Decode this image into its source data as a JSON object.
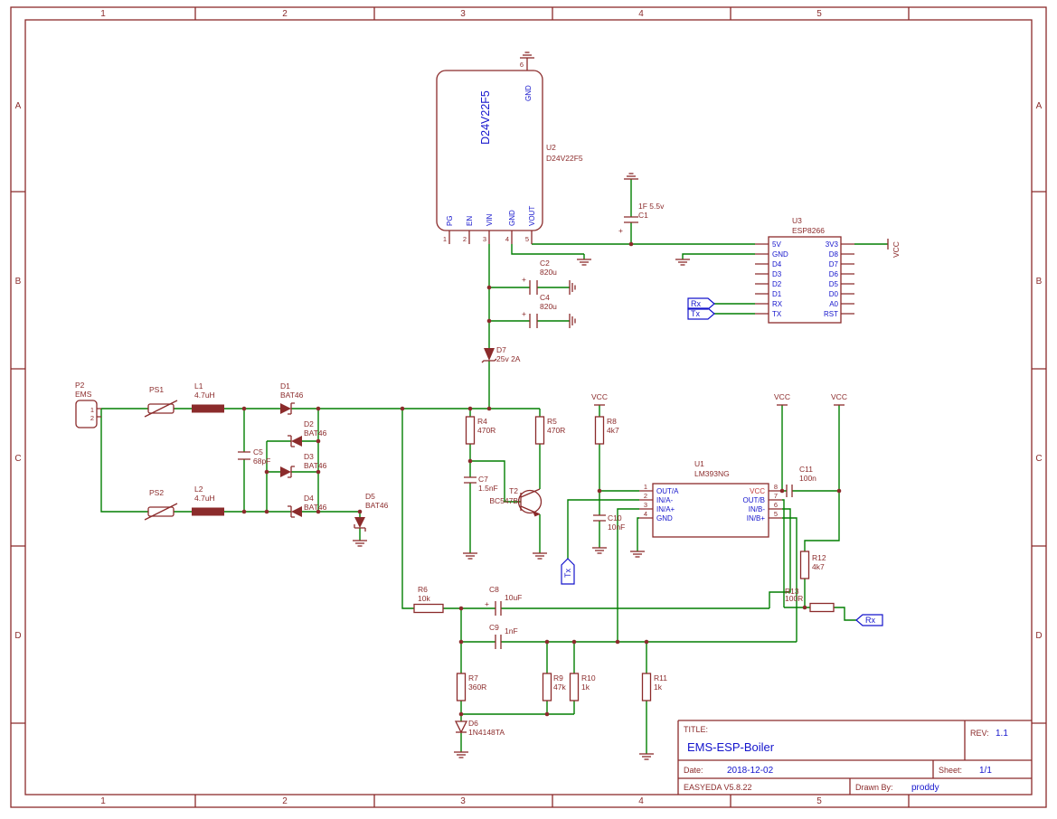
{
  "colors": {
    "frame": "#8b2b2b",
    "component": "#8b2b2b",
    "wire": "#027f02",
    "label_blue": "#1414cc",
    "junction": "#8b2b2b"
  },
  "frame": {
    "cols": [
      "1",
      "2",
      "3",
      "4",
      "5"
    ],
    "rows": [
      "A",
      "B",
      "C",
      "D"
    ]
  },
  "title_block": {
    "title_label": "TITLE:",
    "title": "EMS-ESP-Boiler",
    "rev_label": "REV:",
    "rev": "1.1",
    "date_label": "Date:",
    "date": "2018-12-02",
    "sheet_label": "Sheet:",
    "sheet": "1/1",
    "tool": "EASYEDA V5.8.22",
    "drawn_by_label": "Drawn By:",
    "drawn_by": "proddy"
  },
  "u2": {
    "ref": "U2",
    "value": "D24V22F5",
    "module_label": "D24V22F5",
    "n1": "1",
    "n2": "2",
    "n3": "3",
    "n4": "4",
    "n5": "5",
    "n6": "6",
    "pg": "PG",
    "en": "EN",
    "vin": "VIN",
    "gnd": "GND",
    "vout": "VOUT",
    "gnd_top": "GND"
  },
  "u3": {
    "ref": "U3",
    "value": "ESP8266",
    "l1": "5V",
    "l2": "GND",
    "l3": "D4",
    "l4": "D3",
    "l5": "D2",
    "l6": "D1",
    "l7": "RX",
    "l8": "TX",
    "r1": "3V3",
    "r2": "D8",
    "r3": "D7",
    "r4": "D6",
    "r5": "D5",
    "r6": "D0",
    "r7": "A0",
    "r8": "RST"
  },
  "u1": {
    "ref": "U1",
    "value": "LM393NG",
    "p1": "OUT/A",
    "p2": "IN/A-",
    "p3": "IN/A+",
    "p4": "GND",
    "p5": "IN/B+",
    "p6": "IN/B-",
    "p7": "OUT/B",
    "p8": "VCC",
    "n1": "1",
    "n2": "2",
    "n3": "3",
    "n4": "4",
    "n5": "5",
    "n6": "6",
    "n7": "7",
    "n8": "8"
  },
  "parts": {
    "p2": {
      "ref": "P2",
      "value": "EMS",
      "pin1": "1",
      "pin2": "2"
    },
    "ps1": {
      "ref": "PS1"
    },
    "ps2": {
      "ref": "PS2"
    },
    "l1": {
      "ref": "L1",
      "value": "4.7uH"
    },
    "l2": {
      "ref": "L2",
      "value": "4.7uH"
    },
    "d1": {
      "ref": "D1",
      "value": "BAT46"
    },
    "d2": {
      "ref": "D2",
      "value": "BAT46"
    },
    "d3": {
      "ref": "D3",
      "value": "BAT46"
    },
    "d4": {
      "ref": "D4",
      "value": "BAT46"
    },
    "d5": {
      "ref": "D5",
      "value": "BAT46"
    },
    "d6": {
      "ref": "D6",
      "value": "1N4148TA"
    },
    "d7": {
      "ref": "D7",
      "value": "25v 2A"
    },
    "c1": {
      "ref": "C1",
      "value": "1F 5.5v"
    },
    "c2": {
      "ref": "C2",
      "value": "820u"
    },
    "c4": {
      "ref": "C4",
      "value": "820u"
    },
    "c5": {
      "ref": "C5",
      "value": "68pF"
    },
    "c7": {
      "ref": "C7",
      "value": "1.5nF"
    },
    "c8": {
      "ref": "C8",
      "value": "10uF"
    },
    "c9": {
      "ref": "C9",
      "value": "1nF"
    },
    "c10": {
      "ref": "C10",
      "value": "10nF"
    },
    "c11": {
      "ref": "C11",
      "value": "100n"
    },
    "r4": {
      "ref": "R4",
      "value": "470R"
    },
    "r5": {
      "ref": "R5",
      "value": "470R"
    },
    "r6": {
      "ref": "R6",
      "value": "10k"
    },
    "r7": {
      "ref": "R7",
      "value": "360R"
    },
    "r8": {
      "ref": "R8",
      "value": "4k7"
    },
    "r9": {
      "ref": "R9",
      "value": "47k"
    },
    "r10": {
      "ref": "R10",
      "value": "1k"
    },
    "r11": {
      "ref": "R11",
      "value": "1k"
    },
    "r12": {
      "ref": "R12",
      "value": "4k7"
    },
    "r13": {
      "ref": "R13",
      "value": "100R"
    },
    "t2": {
      "ref": "T2",
      "value": "BC547B"
    }
  },
  "net_flags": {
    "vcc": "VCC",
    "rx": "Rx",
    "tx": "Tx"
  },
  "symbols": {
    "plus": "+"
  }
}
